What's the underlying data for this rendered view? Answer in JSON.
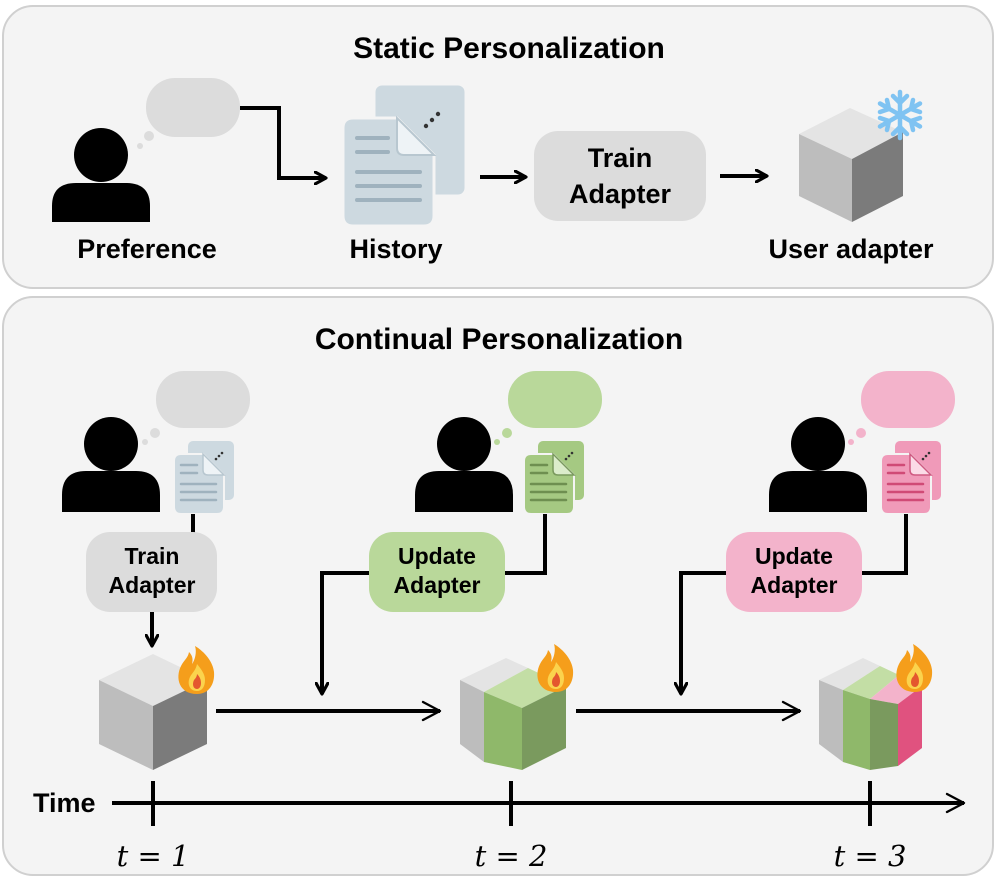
{
  "static": {
    "title": "Static Personalization",
    "preference_label": "Preference",
    "history_label": "History",
    "train_line1": "Train",
    "train_line2": "Adapter",
    "user_adapter_label": "User adapter",
    "frozen_icon": "snowflake-icon"
  },
  "continual": {
    "title": "Continual Personalization",
    "time_label": "Time",
    "stages": [
      {
        "box_line1": "Train",
        "box_line2": "Adapter",
        "t_label": "t = 1",
        "color": "#dcdcdc",
        "doc_color": "#cdd9e0",
        "trainable_icon": "fire-icon"
      },
      {
        "box_line1": "Update",
        "box_line2": "Adapter",
        "t_label": "t = 2",
        "color": "#b9d89a",
        "doc_color": "#a5c982",
        "trainable_icon": "fire-icon"
      },
      {
        "box_line1": "Update",
        "box_line2": "Adapter",
        "t_label": "t = 3",
        "color": "#f3b3cb",
        "doc_color": "#f09ab9",
        "trainable_icon": "fire-icon"
      }
    ]
  },
  "colors": {
    "panel_bg": "#f4f4f4",
    "panel_border": "#d0d0d0",
    "gray_box": "#dcdcdc",
    "green": "#8fb86a",
    "green_dark": "#7a9a5e",
    "pink": "#e0527f",
    "snowflake": "#7fc3f2",
    "flame_outer": "#f59e1b",
    "flame_inner": "#fbd34d"
  }
}
